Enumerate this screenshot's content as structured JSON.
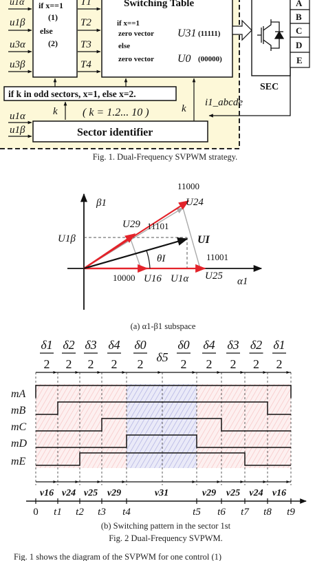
{
  "fig1": {
    "caption": "Fig. 1. Dual-Frequency SVPWM strategy.",
    "inputs_top": [
      "u1α",
      "u1β",
      "u3α",
      "u3β"
    ],
    "if_block": [
      "if x==1",
      "(1)",
      "else",
      "(2)"
    ],
    "t_outputs": [
      "T1",
      "T2",
      "T3",
      "T4"
    ],
    "switching_table": {
      "title": "Switching Table",
      "lines": [
        "if x==1",
        "zero vector",
        "U31",
        "(11111)",
        "else",
        "zero vector",
        "U0",
        "(00000)"
      ]
    },
    "rule": "if k in odd sectors, x=1, else x=2.",
    "inputs_bottom": [
      "u1α",
      "u1β"
    ],
    "k_label": "k",
    "k_range": "( k = 1.2... 10 )",
    "sector_identifier": "Sector identifier",
    "current_label": "i1_abcde",
    "phase_labels": [
      "A",
      "B",
      "C",
      "D",
      "E"
    ],
    "sec_label": "SEC"
  },
  "fig2a": {
    "caption": "(a) α1-β1 subspace",
    "beta_axis": "β1",
    "alpha_axis": "α1",
    "vectors": [
      {
        "code": "11000",
        "name": "U24"
      },
      {
        "code": "11101",
        "name": "U29"
      },
      {
        "code": "11001",
        "name": "U25"
      },
      {
        "code": "10000",
        "name": "U16"
      }
    ],
    "ref_vector": "UI",
    "angle": "θI",
    "u1beta": "U1β",
    "u1alpha": "U1α"
  },
  "fig2b": {
    "caption_line1": "(b) Switching pattern in the sector 1st",
    "caption_line2": "Fig. 2 Dual-Frequency SVPWM.",
    "top_fractions": [
      {
        "num": "δ1",
        "den": "2"
      },
      {
        "num": "δ2",
        "den": "2"
      },
      {
        "num": "δ3",
        "den": "2"
      },
      {
        "num": "δ4",
        "den": "2"
      },
      {
        "num": "δ0",
        "den": "2"
      },
      {
        "num": "δ5",
        "den": ""
      },
      {
        "num": "δ0",
        "den": "2"
      },
      {
        "num": "δ4",
        "den": "2"
      },
      {
        "num": "δ3",
        "den": "2"
      },
      {
        "num": "δ2",
        "den": "2"
      },
      {
        "num": "δ1",
        "den": "2"
      }
    ],
    "signals": [
      "mA",
      "mB",
      "mC",
      "mD",
      "mE"
    ],
    "vector_labels": [
      "v16",
      "v24",
      "v25",
      "v29",
      "v31",
      "v29",
      "v25",
      "v24",
      "v16"
    ],
    "time_labels": [
      "0",
      "t1",
      "t2",
      "t3",
      "t4",
      "t5",
      "t6",
      "t7",
      "t8",
      "t9"
    ]
  },
  "footer_text": "Fig. 1 shows the diagram of the SVPWM for one control (1)"
}
